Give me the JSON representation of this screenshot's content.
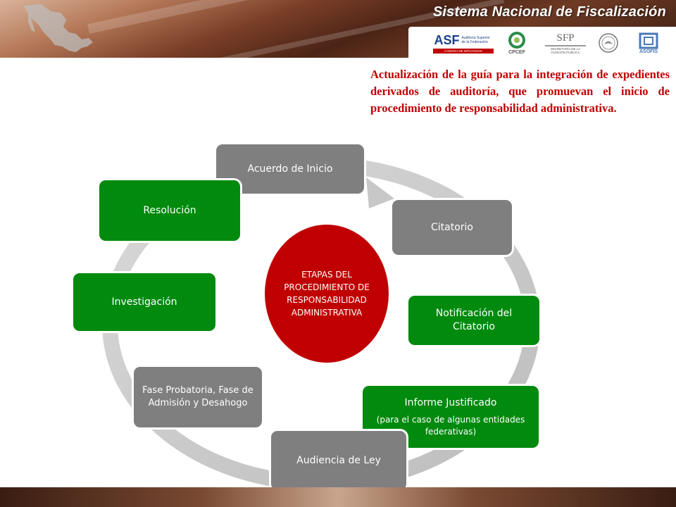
{
  "header": {
    "title": "Sistema Nacional de Fiscalización",
    "logos": {
      "asf": "ASF",
      "asf_sub": "Auditoría Superior de la Federación",
      "asf_house": "CÁMARA DE DIPUTADOS",
      "cpcef": "CPCEF",
      "sfp": "SFP",
      "sfp_sub": "SECRETARÍA DE LA FUNCIÓN PÚBLICA",
      "asofis": "ASOFIS"
    }
  },
  "headline": "Actualización de la guía para la integración de expedientes derivados de auditoría, que promuevan el inicio de procedimiento de responsabilidad administrativa.",
  "center": "ETAPAS DEL PROCEDIMIENTO DE RESPONSABILIDAD ADMINISTRATIVA",
  "stages": [
    {
      "label": "Acuerdo de Inicio",
      "note": ""
    },
    {
      "label": "Citatorio",
      "note": ""
    },
    {
      "label": "Notificación del Citatorio",
      "note": ""
    },
    {
      "label": "Informe Justificado",
      "note": "(para el caso de algunas entidades federativas)"
    },
    {
      "label": "Audiencia de Ley",
      "note": ""
    },
    {
      "label": "Fase Probatoria, Fase de Admisión y Desahogo",
      "note": ""
    },
    {
      "label": "Investigación",
      "note": ""
    },
    {
      "label": "Resolución",
      "note": ""
    }
  ],
  "colors": {
    "gray": "#7f7f7f",
    "green": "#008a0e",
    "red": "#c00000",
    "ring": "#c8c8c8"
  }
}
